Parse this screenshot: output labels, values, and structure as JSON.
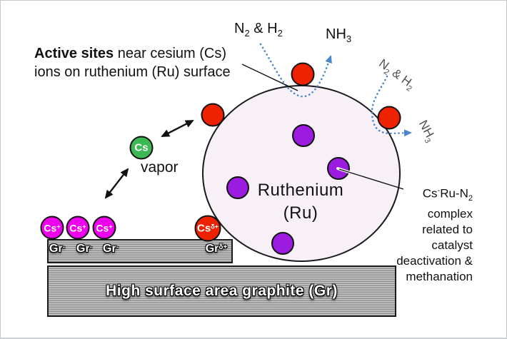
{
  "palette": {
    "red": "#ee2200",
    "magenta": "#ee00ee",
    "green": "#3cb854",
    "purple": "#9b1ce0",
    "ruthenium_fill": "#f8f0f7",
    "dotted_blue": "#4a86c8",
    "rotated_text_gray": "#4f4f4f"
  },
  "header": {
    "line1_bold": "Active sites",
    "line1_rest": " near cesium (Cs)",
    "line2": "ions on ruthenium (Ru) surface"
  },
  "reactions": {
    "n2h2": {
      "a": "N",
      "a_sub": "2",
      "b": " & H",
      "b_sub": "2"
    },
    "nh3": {
      "a": "NH",
      "a_sub": "3"
    }
  },
  "particle": {
    "name_line1": "Ruthenium",
    "name_line2": "(Ru)"
  },
  "cs_vapor": {
    "symbol": "Cs",
    "label": "vapor"
  },
  "ions": {
    "cs_plus": {
      "base": "Cs",
      "sup": "+"
    },
    "cs_delta": {
      "base": "Cs",
      "sup": "δ+"
    },
    "gr_minus": {
      "base": "Gr",
      "sup": "-"
    },
    "gr_delta": {
      "base": "Gr",
      "sup": "δ+"
    }
  },
  "complex_note": {
    "formula": {
      "a": "Cs",
      "a_sup": "-",
      "b": "Ru-N",
      "b_sub": "2"
    },
    "lines": [
      "complex",
      "related to",
      "catalyst",
      "deactivation &",
      "methanation"
    ]
  },
  "substrate": {
    "label": "High surface area graphite (Gr)"
  }
}
